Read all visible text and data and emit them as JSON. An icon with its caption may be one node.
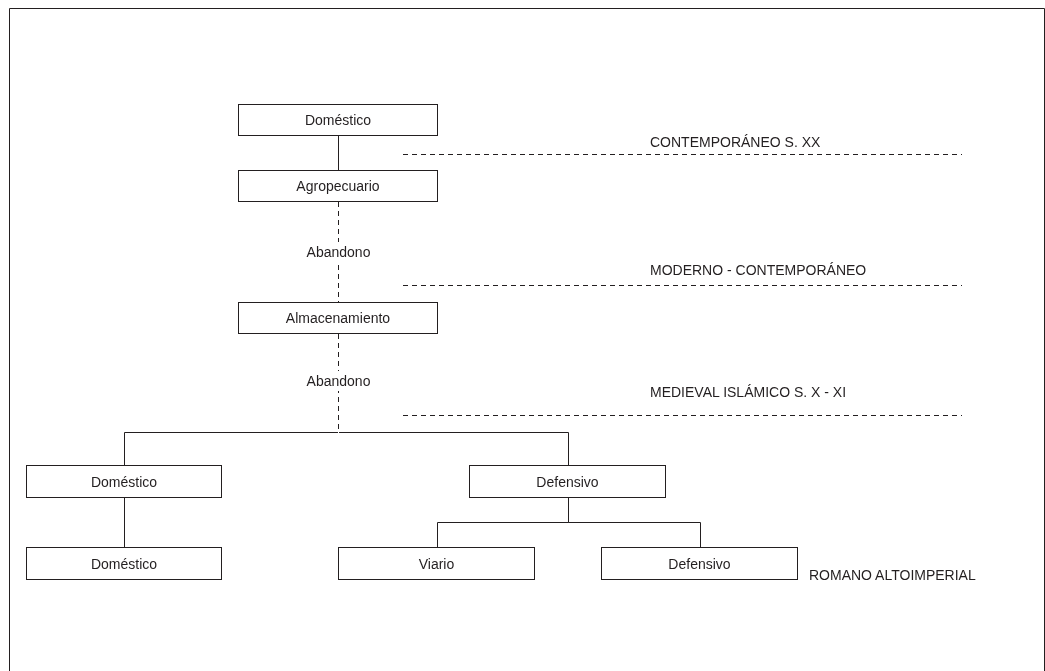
{
  "diagram": {
    "nodes": [
      {
        "text": [
          "Doméstico"
        ]
      },
      {
        "text": [
          "Agropecuario"
        ]
      },
      {
        "text": [
          "Almacenamiento"
        ]
      },
      {
        "text": [
          "Doméstico"
        ]
      },
      {
        "text": [
          "Defensivo"
        ]
      },
      {
        "text": [
          "Doméstico"
        ]
      },
      {
        "text": [
          "Viario"
        ]
      },
      {
        "text": [
          "Defensivo"
        ]
      }
    ],
    "edges": [
      {
        "from": 0,
        "to": 1,
        "arrow": "none"
      },
      {
        "from": 1,
        "to": 2,
        "arrow": "none",
        "label": "Abandono",
        "style": "dashed"
      },
      {
        "from": 2,
        "to": 3,
        "arrow": "none",
        "label": "Abandono",
        "style": "dashed"
      },
      {
        "from": 2,
        "to": 4,
        "arrow": "none",
        "style": "dashed"
      },
      {
        "from": 3,
        "to": 5,
        "arrow": "none"
      },
      {
        "from": 4,
        "to": 6,
        "arrow": "none"
      },
      {
        "from": 4,
        "to": 7,
        "arrow": "none"
      }
    ],
    "labels": [
      "CONTEMPORÁNEO S. XX",
      "MODERNO - CONTEMPORÁNEO",
      "MEDIEVAL ISLÁMICO S. X - XI",
      "ROMANO ALTOIMPERIAL"
    ]
  }
}
